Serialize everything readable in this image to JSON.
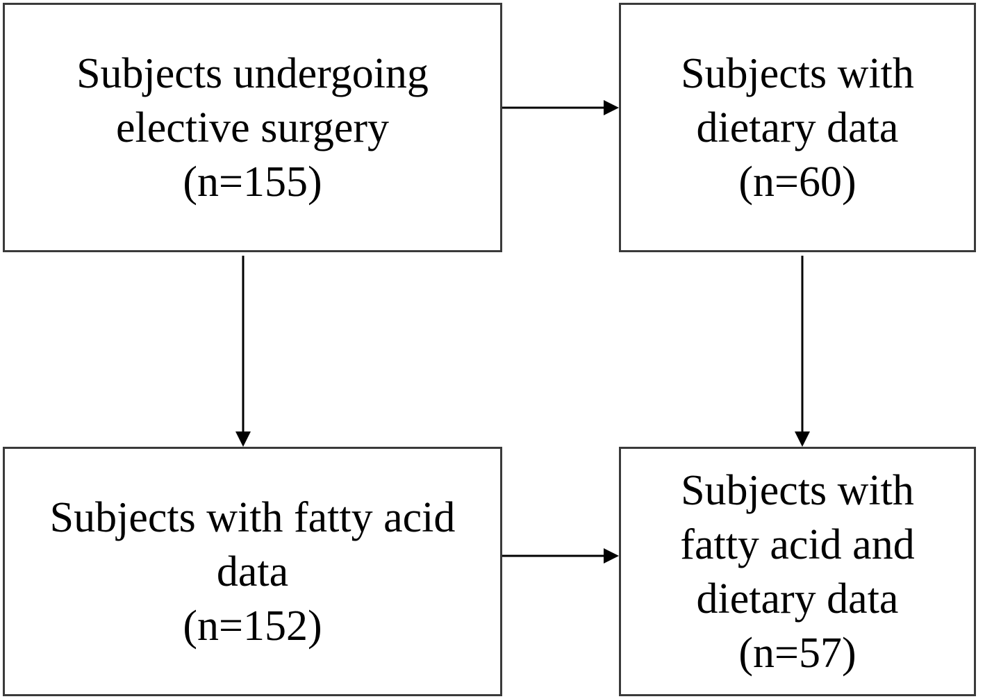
{
  "boxes": {
    "top_left": {
      "label": "Subjects undergoing\nelective surgery\n(n=155)"
    },
    "top_right": {
      "label": "Subjects with\ndietary data\n(n=60)"
    },
    "bottom_left": {
      "label": "Subjects with fatty acid\ndata\n(n=152)"
    },
    "bottom_right": {
      "label": "Subjects with\nfatty acid and\ndietary data\n(n=57)"
    }
  },
  "colors": {
    "border": "#3a3a3a",
    "arrow": "#000000",
    "text": "#000000"
  }
}
